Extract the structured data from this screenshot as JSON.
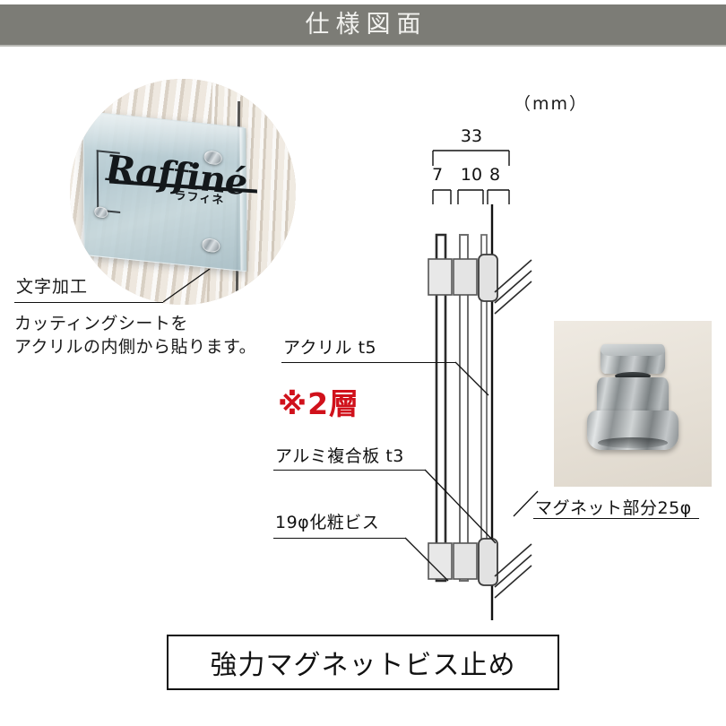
{
  "header": {
    "title": "仕様図面",
    "bar_color": "#7c7c76",
    "text_color": "#f2f2ef"
  },
  "nameplate_photo": {
    "logo_text": "Raffiné",
    "logo_kana": "ラフィネ",
    "alt_name": "acrylic-nameplate-photo"
  },
  "annotations": {
    "moji_kako": "文字加工",
    "moji_kako_body_line1": "カッティングシートを",
    "moji_kako_body_line2": "アクリルの内側から貼ります。"
  },
  "units_label": "（mm）",
  "dimensions": {
    "total": "33",
    "seg1": "7",
    "seg2": "10",
    "seg3": "8"
  },
  "callouts": {
    "acrylic": "アクリル t5",
    "alumi": "アルミ複合板 t3",
    "screw": "19φ化粧ビス",
    "magnet": "マグネット部分25φ"
  },
  "red_note": "※2層",
  "product_photo": {
    "alt_name": "magnet-screw-cap-photo"
  },
  "caption": {
    "text": "強力マグネットビス止め"
  },
  "colors": {
    "red": "#d0111b",
    "line": "#111111"
  }
}
